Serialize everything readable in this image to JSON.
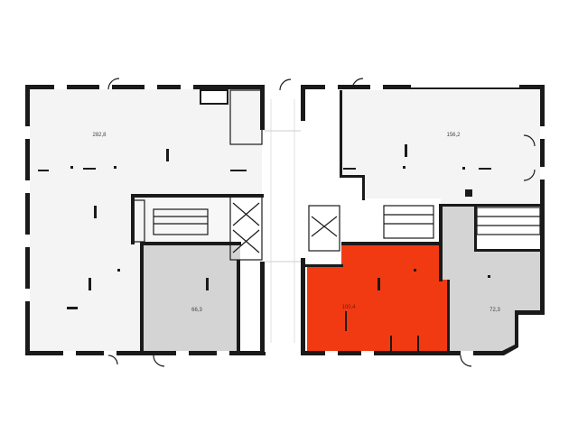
{
  "units": [
    {
      "id": "unit-left-large",
      "area": "282,8",
      "status": "available",
      "fill": "#f4f4f4"
    },
    {
      "id": "unit-left-small",
      "area": "66,3",
      "status": "other",
      "fill": "#d4d4d4"
    },
    {
      "id": "unit-right-top",
      "area": "156,2",
      "status": "available",
      "fill": "#f4f4f4"
    },
    {
      "id": "unit-selected",
      "area": "100,4",
      "status": "selected",
      "fill": "#f23a12"
    },
    {
      "id": "unit-right-small",
      "area": "72,3",
      "status": "other",
      "fill": "#d4d4d4"
    }
  ],
  "colors": {
    "wall": "#1a1a1a",
    "corridor": "#ffffff",
    "selected": "#f23a12",
    "grey_unit": "#d4d4d4",
    "light_unit": "#f4f4f4",
    "door": "#cfcfcf"
  }
}
